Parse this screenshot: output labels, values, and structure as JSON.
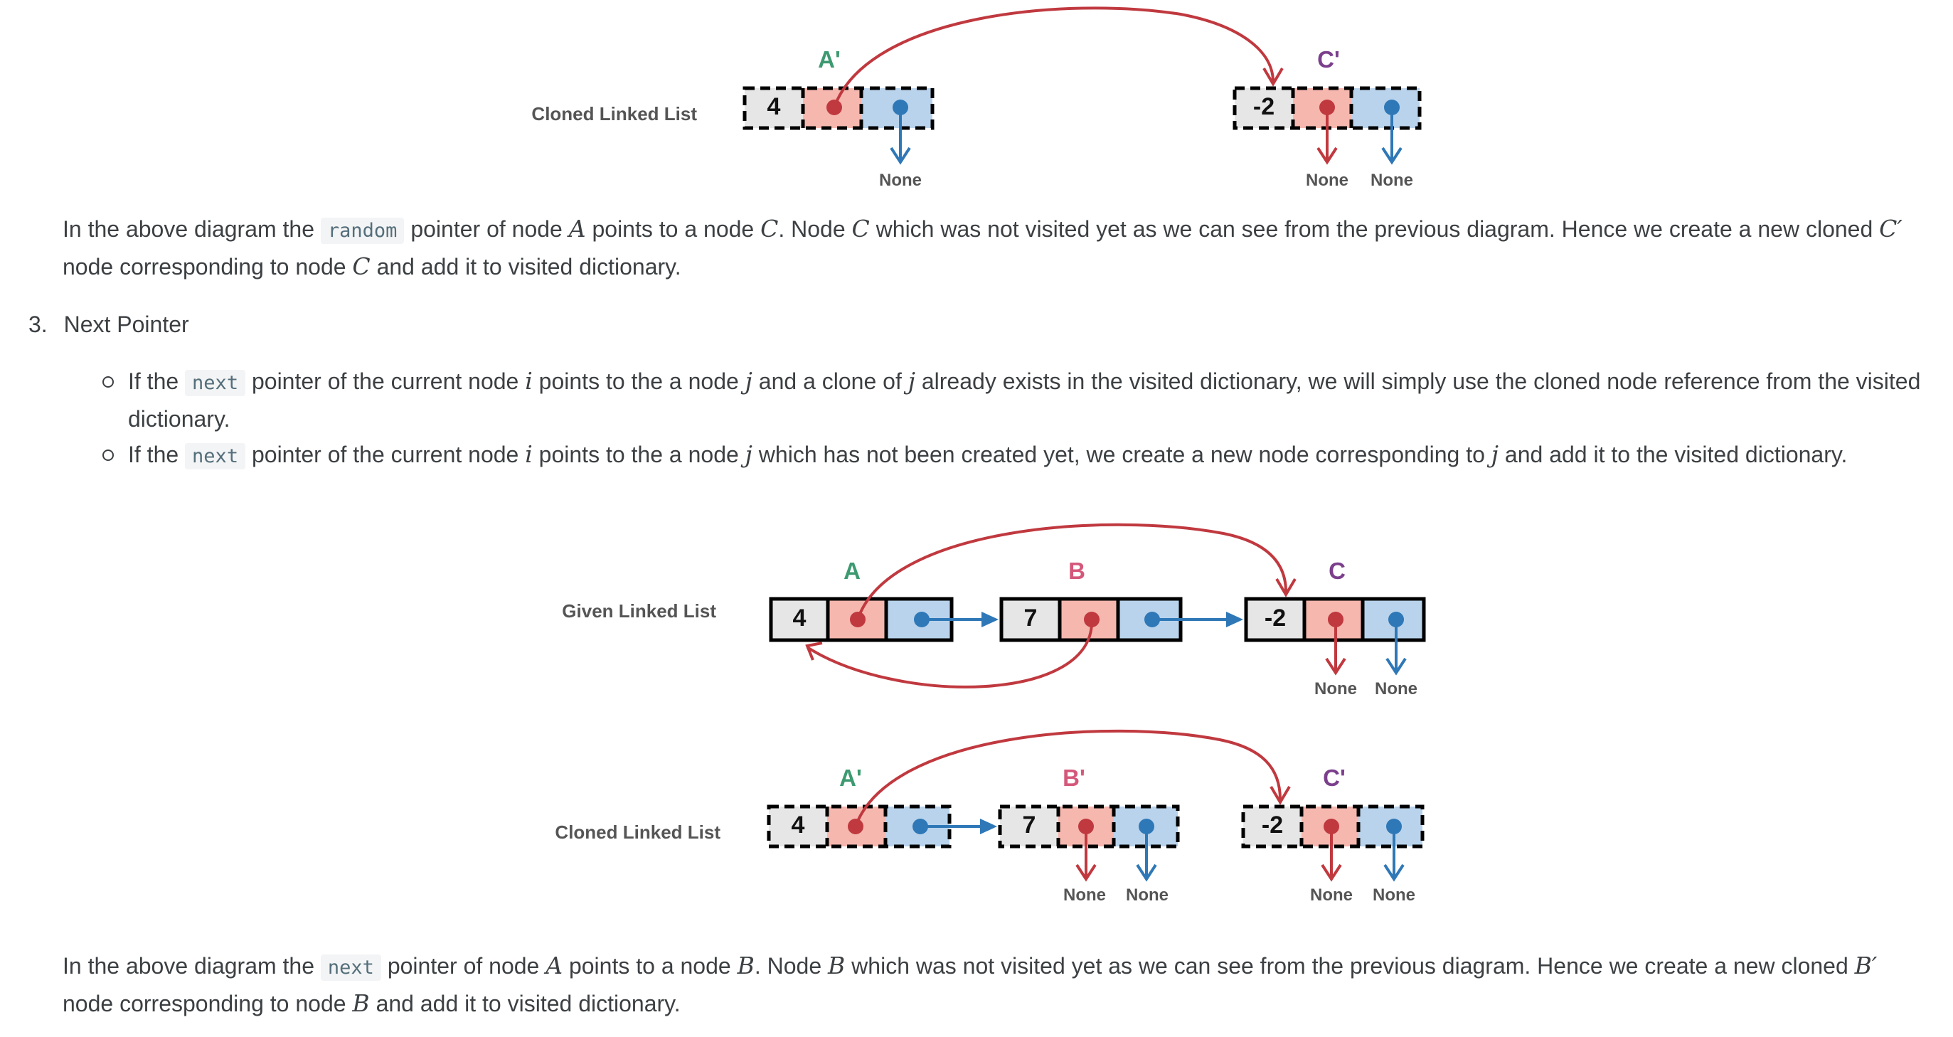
{
  "diagram_top": {
    "list_label": "Cloned Linked List",
    "nodes": [
      {
        "label": "A'",
        "value": "4",
        "label_color": "#3d9970"
      },
      {
        "label": "C'",
        "value": "-2",
        "label_color": "#7b3f8c"
      }
    ],
    "none_labels": [
      "None",
      "None",
      "None"
    ]
  },
  "para1": {
    "t1": "In the above diagram the ",
    "code": "random",
    "t2": " pointer of node ",
    "m1": "A",
    "t3": " points to a node ",
    "m2": "C",
    "t4": ". Node ",
    "m3": "C",
    "t5": " which was not visited yet as we can see from the previous diagram. Hence we create a new cloned ",
    "m4": "C′",
    "t6": " node corresponding to node ",
    "m5": "C",
    "t7": " and add it to visited dictionary."
  },
  "step3": {
    "number": "3.",
    "title": "Next Pointer",
    "bullet1": {
      "t1": "If the ",
      "code": "next",
      "t2": " pointer of the current node ",
      "m1": "i",
      "t3": " points to the a node ",
      "m2": "j",
      "t4": " and a clone of ",
      "m3": "j",
      "t5": " already exists in the visited dictionary, we will simply use the cloned node reference from the visited dictionary."
    },
    "bullet2": {
      "t1": "If the ",
      "code": "next",
      "t2": " pointer of the current node ",
      "m1": "i",
      "t3": " points to the a node ",
      "m2": "j",
      "t4": " which has not been created yet, we create a new node corresponding to ",
      "m3": "j",
      "t5": " and add it to the visited dictionary."
    }
  },
  "diagram_bottom": {
    "given_label": "Given Linked List",
    "cloned_label": "Cloned Linked List",
    "given_nodes": [
      {
        "label": "A",
        "value": "4",
        "label_color": "#3d9970"
      },
      {
        "label": "B",
        "value": "7",
        "label_color": "#d4587a"
      },
      {
        "label": "C",
        "value": "-2",
        "label_color": "#7b3f8c"
      }
    ],
    "cloned_nodes": [
      {
        "label": "A'",
        "value": "4",
        "label_color": "#3d9970"
      },
      {
        "label": "B'",
        "value": "7",
        "label_color": "#d4587a"
      },
      {
        "label": "C'",
        "value": "-2",
        "label_color": "#7b3f8c"
      }
    ],
    "none_labels": [
      "None",
      "None",
      "None",
      "None",
      "None",
      "None"
    ]
  },
  "para2": {
    "t1": "In the above diagram the ",
    "code": "next",
    "t2": " pointer of node ",
    "m1": "A",
    "t3": " points to a node ",
    "m2": "B",
    "t4": ". Node ",
    "m3": "B",
    "t5": " which was not visited yet as we can see from the previous diagram. Hence we create a new cloned ",
    "m4": "B′",
    "t6": " node corresponding to node ",
    "m5": "B",
    "t7": " and add it to visited dictionary."
  },
  "colors": {
    "value_cell": "#e6e6e6",
    "random_cell": "#f5b7ae",
    "next_cell": "#b9d3ec",
    "random_pointer": "#c0393f",
    "next_pointer": "#2f78b7"
  }
}
